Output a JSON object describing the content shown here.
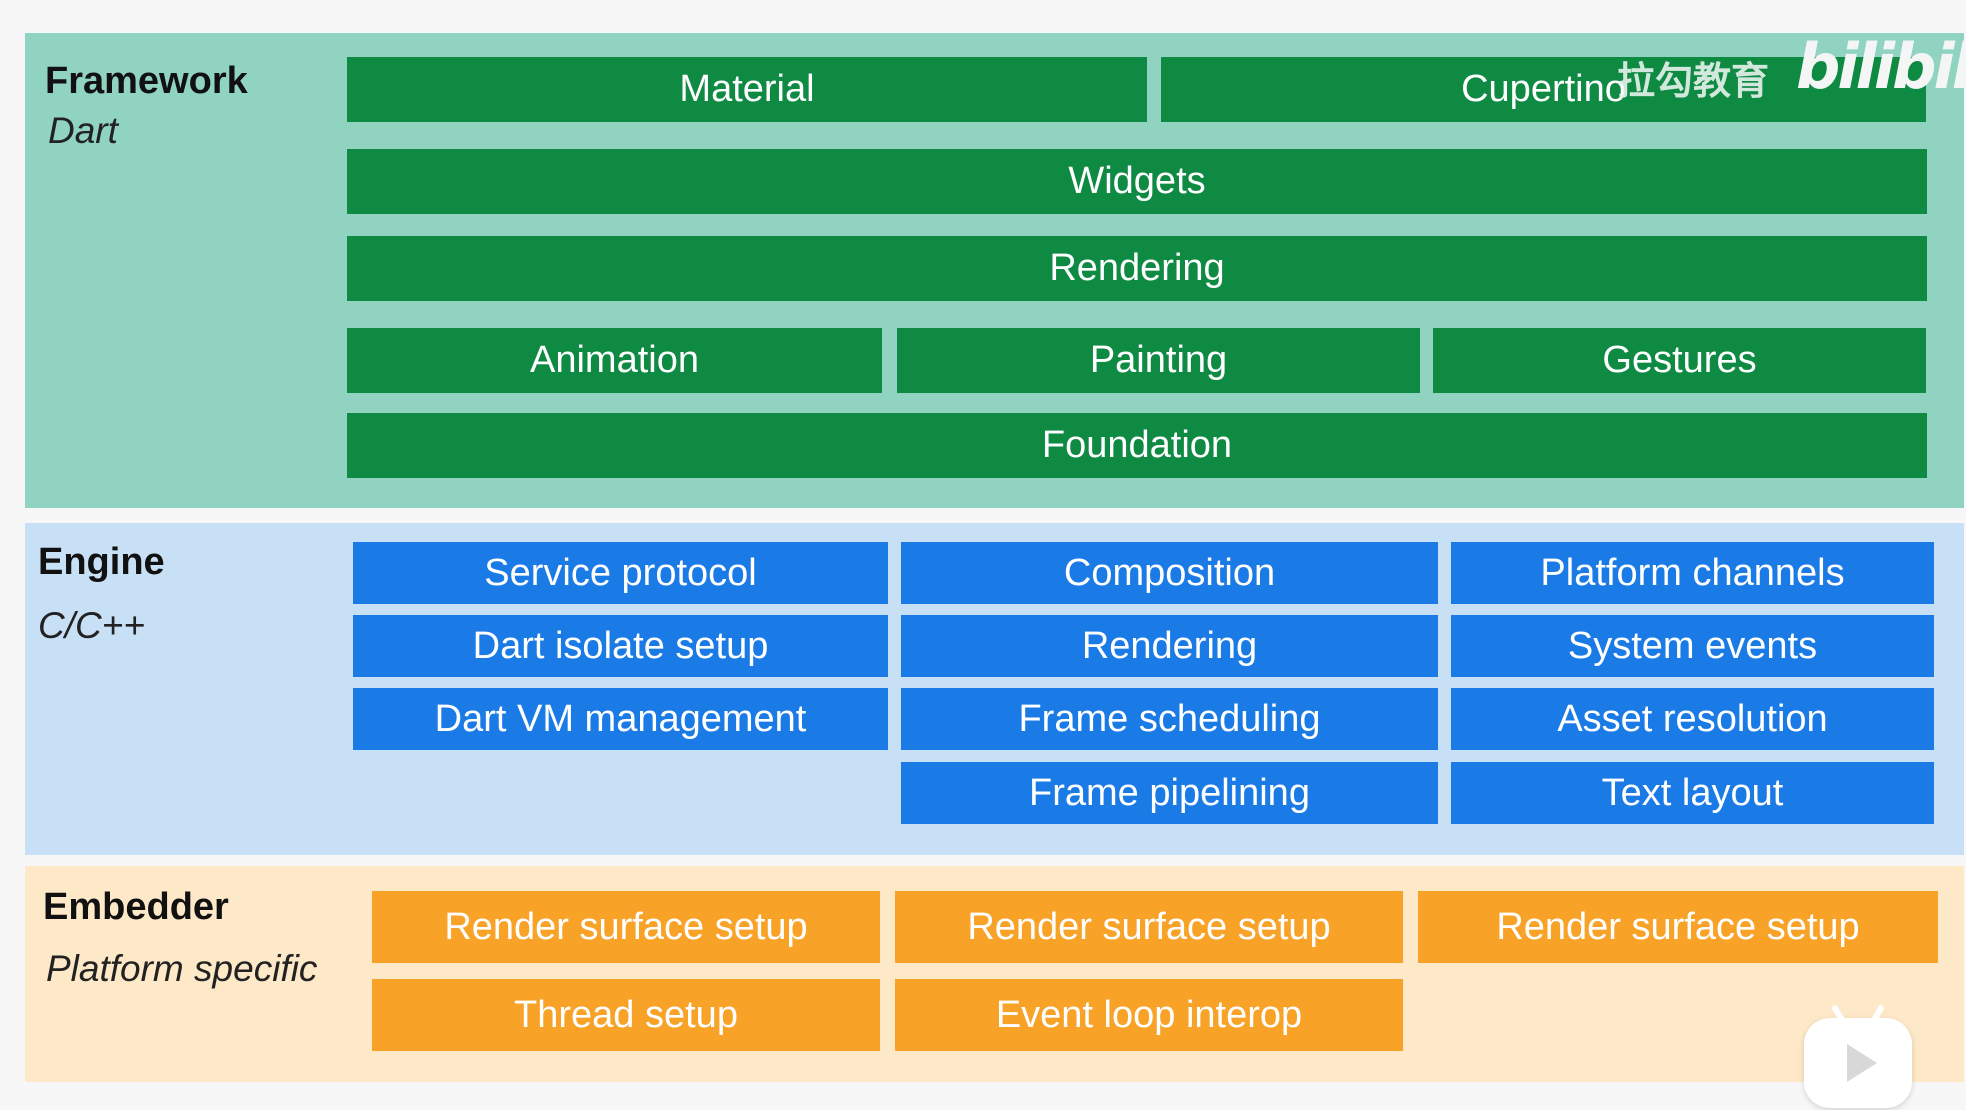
{
  "framework": {
    "title": "Framework",
    "subtitle": "Dart",
    "boxes": [
      "Material",
      "Cupertino",
      "Widgets",
      "Rendering",
      "Animation",
      "Painting",
      "Gestures",
      "Foundation"
    ]
  },
  "engine": {
    "title": "Engine",
    "subtitle": "C/C++",
    "boxes": [
      "Service protocol",
      "Composition",
      "Platform channels",
      "Dart isolate setup",
      "Rendering",
      "System events",
      "Dart VM management",
      "Frame scheduling",
      "Asset resolution",
      "Frame pipelining",
      "Text layout"
    ]
  },
  "embedder": {
    "title": "Embedder",
    "subtitle": "Platform specific",
    "boxes": [
      "Render surface setup",
      "Render surface setup",
      "Render surface setup",
      "Thread setup",
      "Event loop interop"
    ]
  },
  "watermark": {
    "text": "拉勾教育",
    "logo": "bilibili",
    "play_icon": "play-icon"
  },
  "colors": {
    "framework_bg": "#8fd3c0",
    "framework_box": "#0e8a43",
    "engine_bg": "#c7e0f6",
    "engine_box": "#1b7be6",
    "embedder_bg": "#fde8c8",
    "embedder_box": "#f8a227"
  }
}
